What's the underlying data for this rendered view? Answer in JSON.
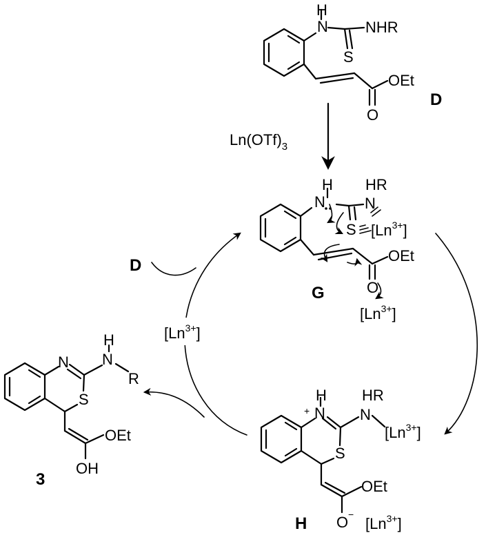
{
  "compounds": {
    "D": {
      "id": "D",
      "nh": "H",
      "nh_n": "N",
      "nhr": "NHR",
      "s": "S",
      "carbonyl_o": "O",
      "oet": "OEt"
    },
    "G": {
      "id": "G",
      "nh": "H",
      "nh_n": "N",
      "hr": "HR",
      "n2": "N",
      "s": "S",
      "ln": "[Ln",
      "ln_charge": "3+",
      "ln_close": "]",
      "carbonyl_o": "O",
      "oet": "OEt",
      "ln2": "[Ln",
      "ln2_charge": "3+",
      "ln2_close": "]"
    },
    "H": {
      "id": "H",
      "plus": "+",
      "nh": "H",
      "nh_n": "N",
      "hr": "HR",
      "n2": "N",
      "ln": "[Ln",
      "ln_charge": "3+",
      "ln_close": "]",
      "s": "S",
      "oet": "OEt",
      "o_minus": "O",
      "minus": "−",
      "ln2": "[Ln",
      "ln2_charge": "3+",
      "ln2_close": "]"
    },
    "P3": {
      "id": "3",
      "n_ring": "N",
      "h": "H",
      "n": "N",
      "r": "R",
      "s": "S",
      "oet": "OEt",
      "oh": "OH"
    }
  },
  "reagent": {
    "text": "Ln(OTf)",
    "subscript": "3"
  },
  "cycle": {
    "d_label": "D",
    "ln": "[Ln",
    "ln_charge": "3+",
    "ln_close": "]"
  }
}
